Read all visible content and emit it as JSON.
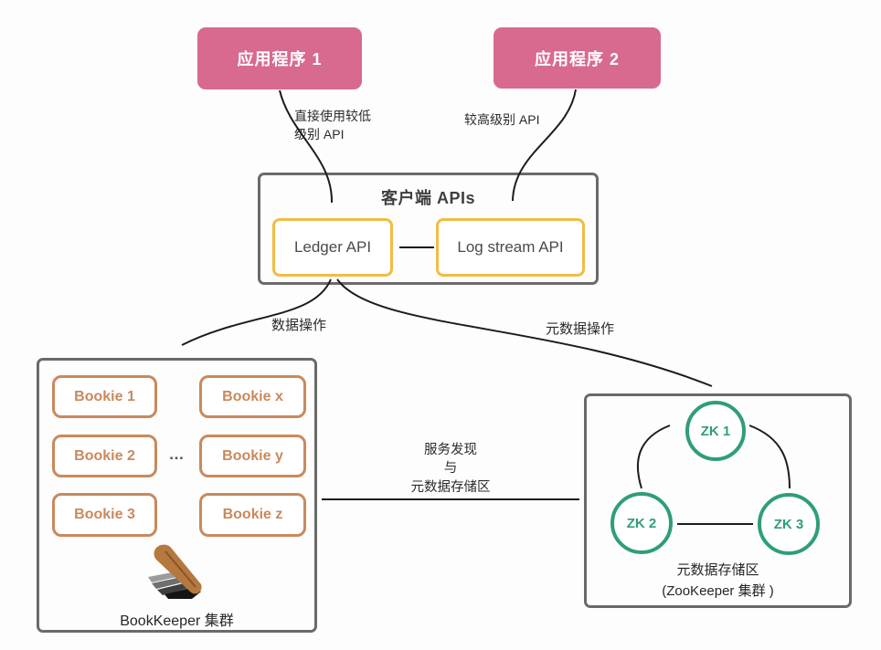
{
  "diagram": {
    "app1_label": "应用程序 1",
    "app2_label": "应用程序 2",
    "edge_app1_line1": "直接使用较低",
    "edge_app1_line2": "级别 API",
    "edge_app2": "较高级别 API",
    "client_box_title": "客户端 APIs",
    "ledger_api": "Ledger API",
    "log_stream_api": "Log stream API",
    "edge_data_ops": "数据操作",
    "edge_metadata_ops": "元数据操作",
    "middle_line1": "服务发现",
    "middle_line2": "与",
    "middle_line3": "元数据存储区",
    "bookies": [
      "Bookie 1",
      "Bookie x",
      "Bookie 2",
      "Bookie y",
      "Bookie 3",
      "Bookie z"
    ],
    "bookies_ellipsis": "…",
    "bookkeeper_label": "BookKeeper  集群",
    "zk_nodes": [
      "ZK 1",
      "ZK 2",
      "ZK 3"
    ],
    "zk_label_line1": "元数据存储区",
    "zk_label_line2": "(ZooKeeper  集群 )",
    "colors": {
      "pink": "#d76a8e",
      "yellow": "#f2bc45",
      "orange": "#c9895c",
      "green": "#2f9e78",
      "frame": "#6a6a6a",
      "arrow": "#1c1c1c"
    }
  }
}
